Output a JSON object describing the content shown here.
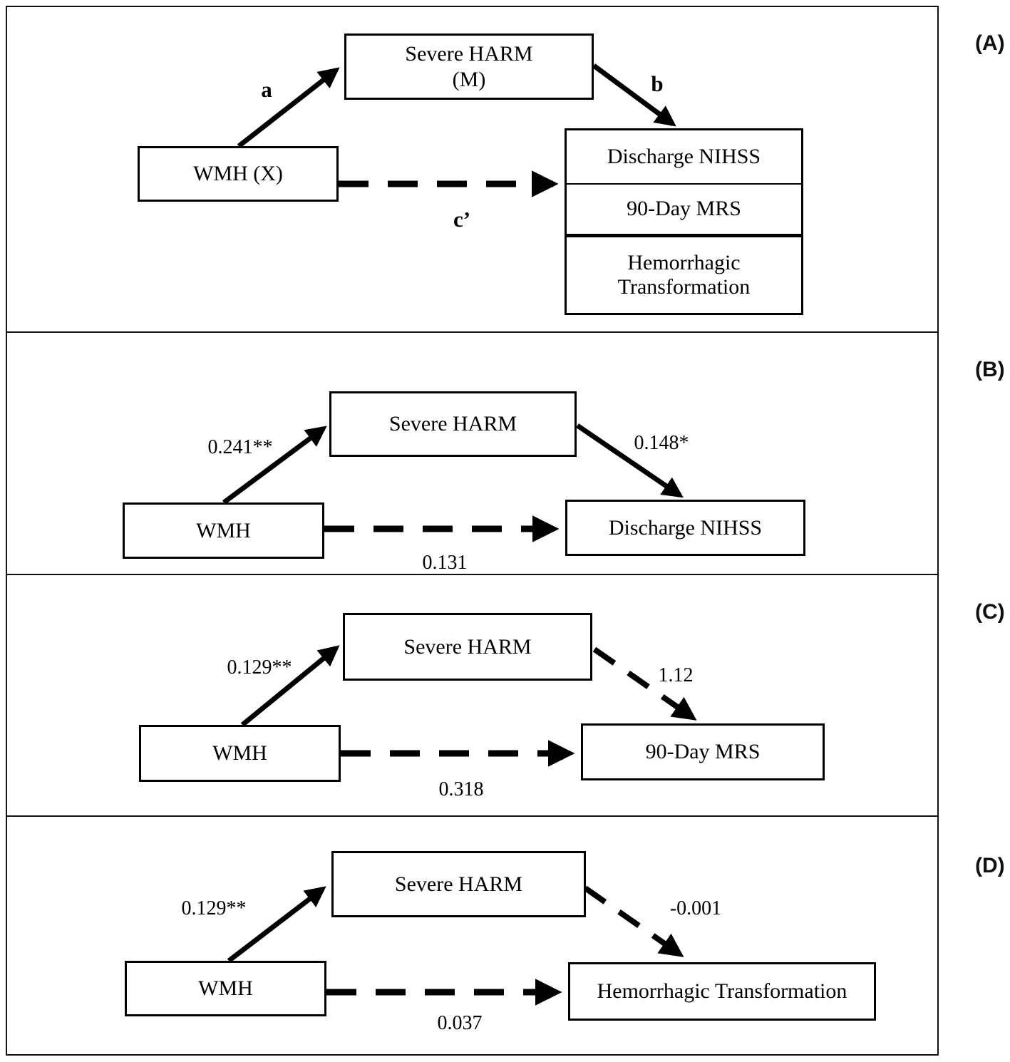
{
  "figure": {
    "ink_color": "#000000",
    "background_color": "#ffffff"
  },
  "panels": [
    {
      "label": "(A)",
      "mediator_title": "Severe HARM",
      "mediator_subtitle": "(M)",
      "predictor": "WMH (X)",
      "outcomes": [
        "Discharge NIHSS",
        "90-Day MRS",
        "Hemorrhagic Transformation"
      ],
      "path_a": "a",
      "path_b": "b",
      "path_c": "c’"
    },
    {
      "label": "(B)",
      "mediator_title": "Severe HARM",
      "predictor": "WMH",
      "outcome": "Discharge NIHSS",
      "path_a": "0.241**",
      "path_b": "0.148*",
      "path_c": "0.131"
    },
    {
      "label": "(C)",
      "mediator_title": "Severe HARM",
      "predictor": "WMH",
      "outcome": "90-Day MRS",
      "path_a": "0.129**",
      "path_b": "1.12",
      "path_c": "0.318"
    },
    {
      "label": "(D)",
      "mediator_title": "Severe HARM",
      "predictor": "WMH",
      "outcome": "Hemorrhagic Transformation",
      "path_a": "0.129**",
      "path_b": "-0.001",
      "path_c": "0.037"
    }
  ]
}
